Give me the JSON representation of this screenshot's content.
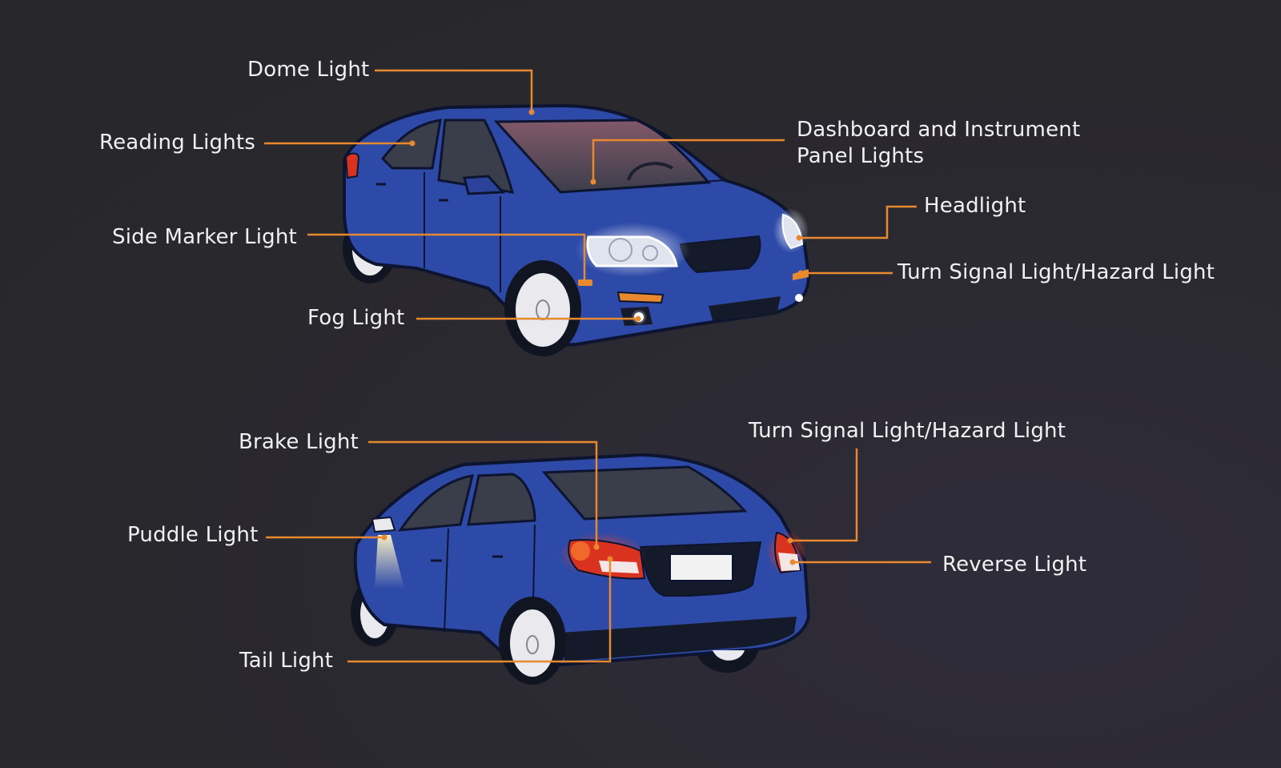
{
  "colors": {
    "background": "#2b2a2f",
    "car_body": "#2e4aa8",
    "car_outline": "#0d1430",
    "glass": "#3a3d4a",
    "leader_line": "#e8892e",
    "label_text": "#f1f1f1",
    "brake_red": "#d9331f"
  },
  "labels": {
    "dome": "Dome Light",
    "reading": "Reading Lights",
    "dashboard": "Dashboard and Instrument Panel Lights",
    "headlight": "Headlight",
    "side_marker": "Side Marker Light",
    "turn_signal_front": "Turn Signal Light/Hazard Light",
    "fog": "Fog Light",
    "brake": "Brake Light",
    "turn_signal_rear": "Turn Signal Light/Hazard Light",
    "puddle": "Puddle Light",
    "reverse": "Reverse Light",
    "tail": "Tail Light"
  }
}
